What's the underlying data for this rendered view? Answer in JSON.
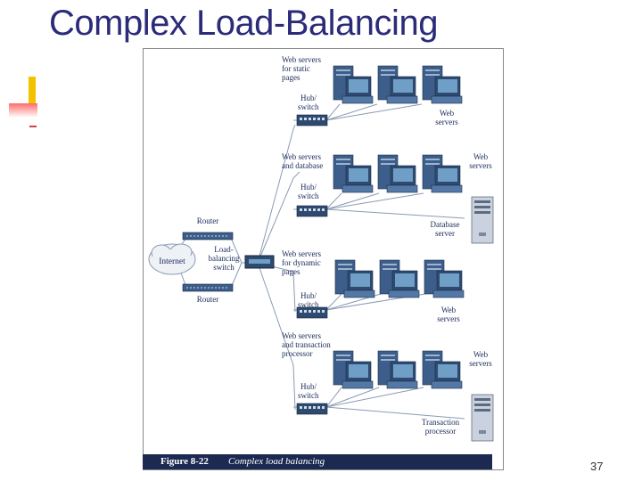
{
  "slide": {
    "title": "Complex Load-Balancing",
    "page_number": "37"
  },
  "figure": {
    "caption_number": "Figure 8-22",
    "caption_text": "Complex load balancing",
    "labels": {
      "internet": "Internet",
      "router_top": "Router",
      "router_bottom": "Router",
      "lb_switch": [
        "Load-",
        "balancing",
        "switch"
      ],
      "group1_title": [
        "Web servers",
        "for static",
        "pages"
      ],
      "group2_title": [
        "Web servers",
        "and database"
      ],
      "group3_title": [
        "Web servers",
        "for dynamic",
        "pages"
      ],
      "group4_title": [
        "Web servers",
        "and transaction",
        "processor"
      ],
      "hub": [
        "Hub/",
        "switch"
      ],
      "web_servers": [
        "Web",
        "servers"
      ],
      "database_server": [
        "Database",
        "server"
      ],
      "transaction_processor": [
        "Transaction",
        "processor"
      ]
    }
  },
  "colors": {
    "title": "#2b2b7a",
    "caption_bar": "#1c2a52",
    "monitor_screen": "#6f9fc6",
    "device": "#3d5e8a",
    "line": "#8a9bb3"
  }
}
